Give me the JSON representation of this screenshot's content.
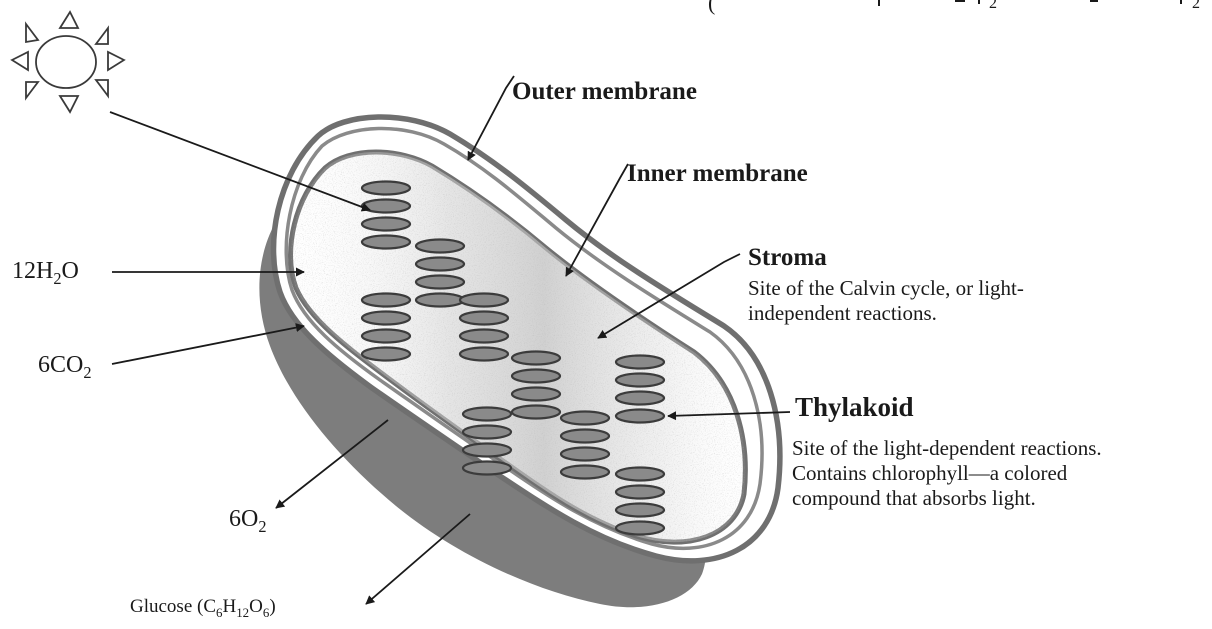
{
  "equation_fragment": {
    "label": "("
  },
  "labels": {
    "outer_membrane": "Outer membrane",
    "inner_membrane": "Inner membrane",
    "stroma": "Stroma",
    "thylakoid": "Thylakoid"
  },
  "descriptions": {
    "stroma": [
      "Site of the Calvin cycle, or light-",
      "independent reactions."
    ],
    "thylakoid": [
      "Site of the light-dependent reactions.",
      "Contains chlorophyll—a colored",
      "compound that absorbs light."
    ]
  },
  "inputs": {
    "water": {
      "coefficient": "12",
      "elem1": "H",
      "sub1": "2",
      "elem2": "O"
    },
    "carbon_dioxide": {
      "coefficient": "6",
      "elem1": "CO",
      "sub1": "2"
    }
  },
  "outputs": {
    "oxygen": {
      "coefficient": "6",
      "elem1": "O",
      "sub1": "2"
    },
    "glucose": {
      "name": "Glucose",
      "open": "(",
      "c": "C",
      "c_sub": "6",
      "h": "H",
      "h_sub": "12",
      "o": "O",
      "o_sub": "6",
      "close": ")"
    }
  },
  "icons": [
    "sun-icon",
    "arrow-icon"
  ],
  "colors": {
    "membrane": "#7a7a7a",
    "shadow": "#7d7d7d",
    "stroma_stipple": "#c2c2c2",
    "thylakoid_fill": "#8a8a8a",
    "ink": "#1a1a1a"
  }
}
